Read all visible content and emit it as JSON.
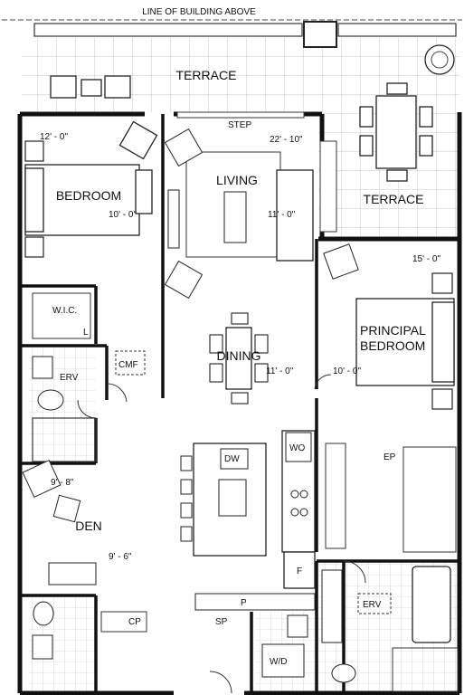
{
  "header": {
    "line_of_building": "LINE OF BUILDING ABOVE"
  },
  "rooms": {
    "terrace_top": "TERRACE",
    "terrace_right": "TERRACE",
    "bedroom": "BEDROOM",
    "living": "LIVING",
    "dining": "DINING",
    "principal_bedroom_line1": "PRINCIPAL",
    "principal_bedroom_line2": "BEDROOM",
    "den": "DEN"
  },
  "labels": {
    "step": "STEP",
    "wic": "W.I.C.",
    "linen": "L",
    "cmf": "CMF",
    "erv_left": "ERV",
    "erv_right": "ERV",
    "dw": "DW",
    "wo": "WO",
    "fridge": "F",
    "ep": "EP",
    "pantry": "P",
    "cp": "CP",
    "sp": "SP",
    "wd": "W/D"
  },
  "dimensions": {
    "bedroom_width": "12' - 0\"",
    "bedroom_depth": "10' - 0\"",
    "living_width": "22' - 10\"",
    "living_depth": "11' - 0\"",
    "dining_depth": "11' - 0\"",
    "principal_depth": "10' - 0\"",
    "principal_width": "15' - 0\"",
    "den_depth": "9' - 8\"",
    "den_width": "9' - 6\""
  }
}
